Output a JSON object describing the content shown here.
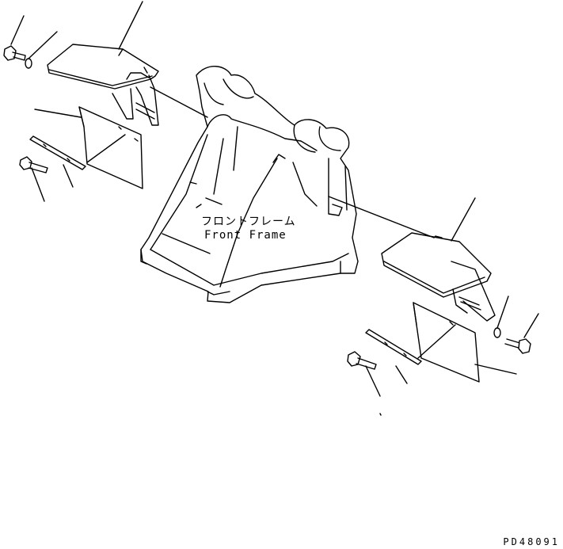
{
  "diagram": {
    "frame_label_ja": "フロントフレーム",
    "frame_label_en": "Front Frame",
    "drawing_code": "PD48091"
  }
}
